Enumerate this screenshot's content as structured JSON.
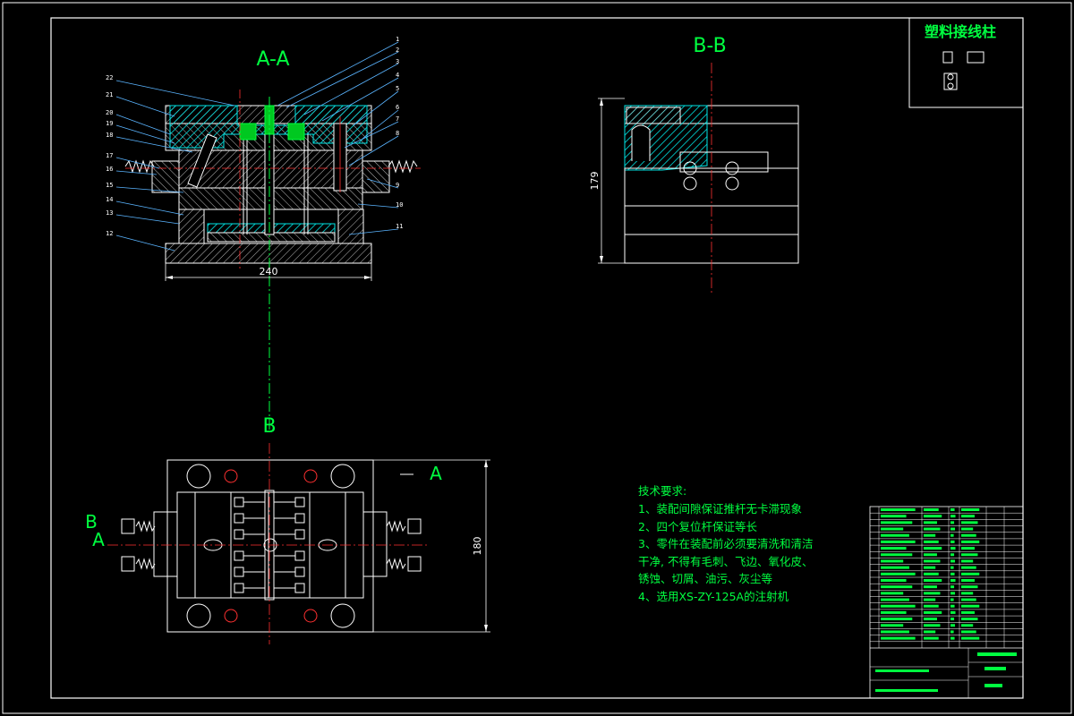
{
  "title_block_top": {
    "title": "塑料接线柱"
  },
  "views": {
    "section_aa": {
      "label": "A-A",
      "width_dimension": "240"
    },
    "section_bb": {
      "label": "B-B",
      "height_dimension": "179"
    },
    "plan": {
      "view_label_b": "B",
      "section_marker_a_right": "A",
      "section_marker_b_left": "B",
      "section_marker_a_left": "A",
      "height_dimension": "180"
    }
  },
  "part_numbers": [
    "1",
    "2",
    "3",
    "4",
    "5",
    "6",
    "7",
    "8",
    "9",
    "10",
    "11",
    "12",
    "13",
    "14",
    "15",
    "16",
    "17",
    "18",
    "19",
    "20",
    "21",
    "22"
  ],
  "technical_requirements": {
    "heading": "技术要求:",
    "lines": [
      "1、装配间隙保证推杆无卡滞现象",
      "2、四个复位杆保证等长",
      "3、零件在装配前必须要清洗和清洁",
      "干净, 不得有毛刺、飞边、氧化皮、",
      "锈蚀、切屑、油污、灰尘等",
      "4、选用XS-ZY-125A的注射机"
    ]
  },
  "colors": {
    "frame": "#ffffff",
    "hatch": "#00e5e5",
    "text": "#00ff40",
    "section": "#ff3030",
    "dims": "#ffffff"
  }
}
